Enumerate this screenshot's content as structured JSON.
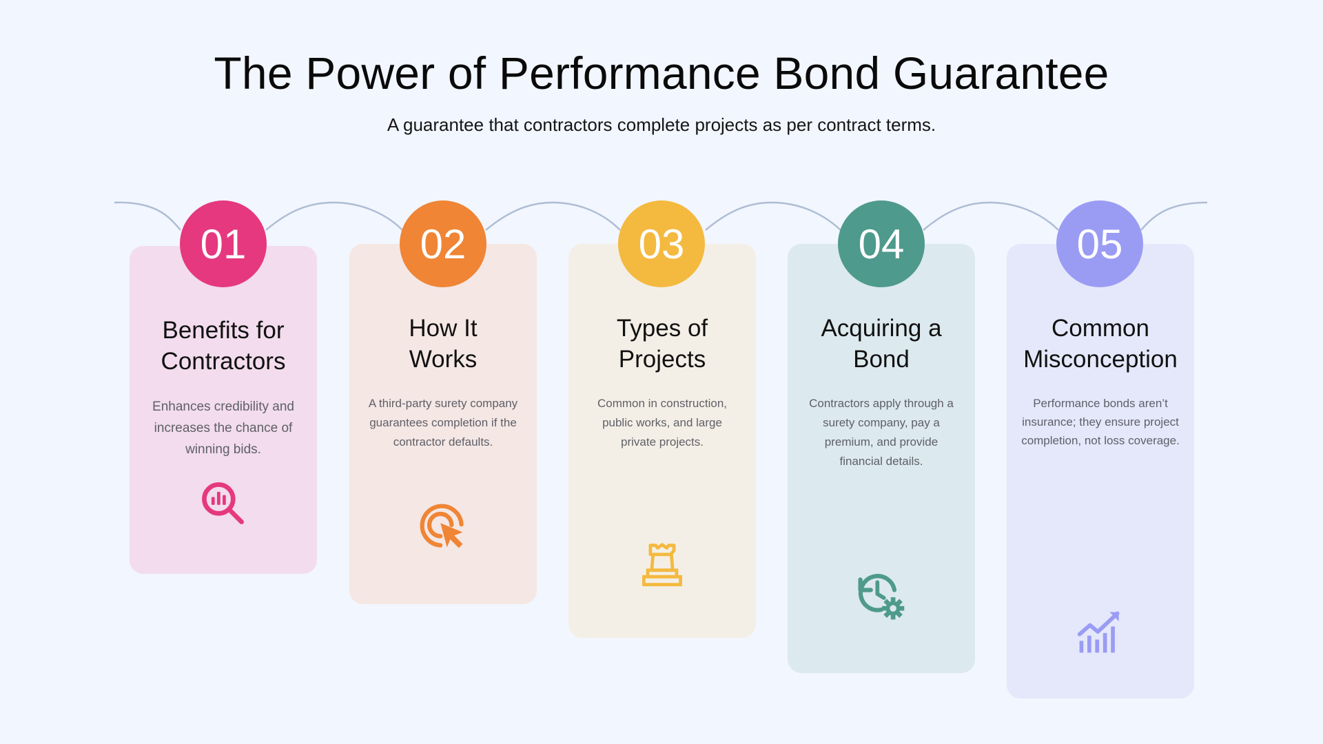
{
  "title": "The Power of Performance Bond Guarantee",
  "subtitle": "A guarantee that contractors complete projects as per contract terms.",
  "steps": [
    {
      "number": "01",
      "title_line1": "Benefits for",
      "title_line2": "Contractors",
      "description": "Enhances credibility and increases the chance of winning bids.",
      "icon": "magnifier-chart-icon",
      "badge_color": "#e5387f",
      "card_color": "#f2dced",
      "icon_color": "#e5387f"
    },
    {
      "number": "02",
      "title_line1": "How It",
      "title_line2": "Works",
      "description": "A third-party surety company guarantees completion if the contractor defaults.",
      "icon": "target-cursor-icon",
      "badge_color": "#ef8535",
      "card_color": "#f4e7e4",
      "icon_color": "#ef8535"
    },
    {
      "number": "03",
      "title_line1": "Types of",
      "title_line2": "Projects",
      "description": "Common in construction, public works, and large private projects.",
      "icon": "chess-rook-icon",
      "badge_color": "#f4b93f",
      "card_color": "#f4efe6",
      "icon_color": "#f4b93f"
    },
    {
      "number": "04",
      "title_line1": "Acquiring a",
      "title_line2": "Bond",
      "description": "Contractors apply through a surety company, pay a premium, and provide financial details.",
      "icon": "history-gear-icon",
      "badge_color": "#4e9a8c",
      "card_color": "#dce9ee",
      "icon_color": "#4e9a8c"
    },
    {
      "number": "05",
      "title_line1": "Common",
      "title_line2": "Misconception",
      "description": "Performance bonds aren’t insurance; they ensure project completion, not loss coverage.",
      "icon": "growth-chart-icon",
      "badge_color": "#9a9cf4",
      "card_color": "#e5e8fb",
      "icon_color": "#9a9cf4"
    }
  ],
  "connector_color": "#aebdd4"
}
